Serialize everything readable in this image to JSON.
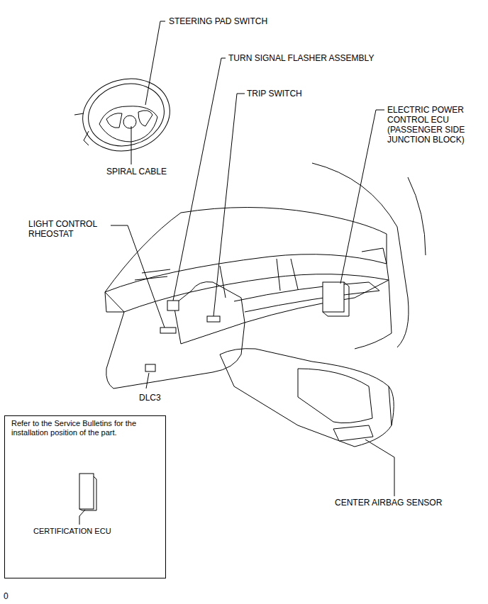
{
  "diagram": {
    "nodes": [
      {
        "text": [
          "Refer to the Service Bulletins for the installation position of the part.",
          "CERTIFICATION ECU"
        ]
      }
    ],
    "labels": [
      "STEERING PAD SWITCH",
      "TURN SIGNAL FLASHER ASSEMBLY",
      "TRIP SWITCH",
      "ELECTRIC POWER CONTROL ECU (PASSENGER SIDE JUNCTION BLOCK)",
      "SPIRAL CABLE",
      "LIGHT CONTROL RHEOSTAT",
      "DLC3",
      "CENTER AIRBAG SENSOR",
      "0"
    ]
  }
}
